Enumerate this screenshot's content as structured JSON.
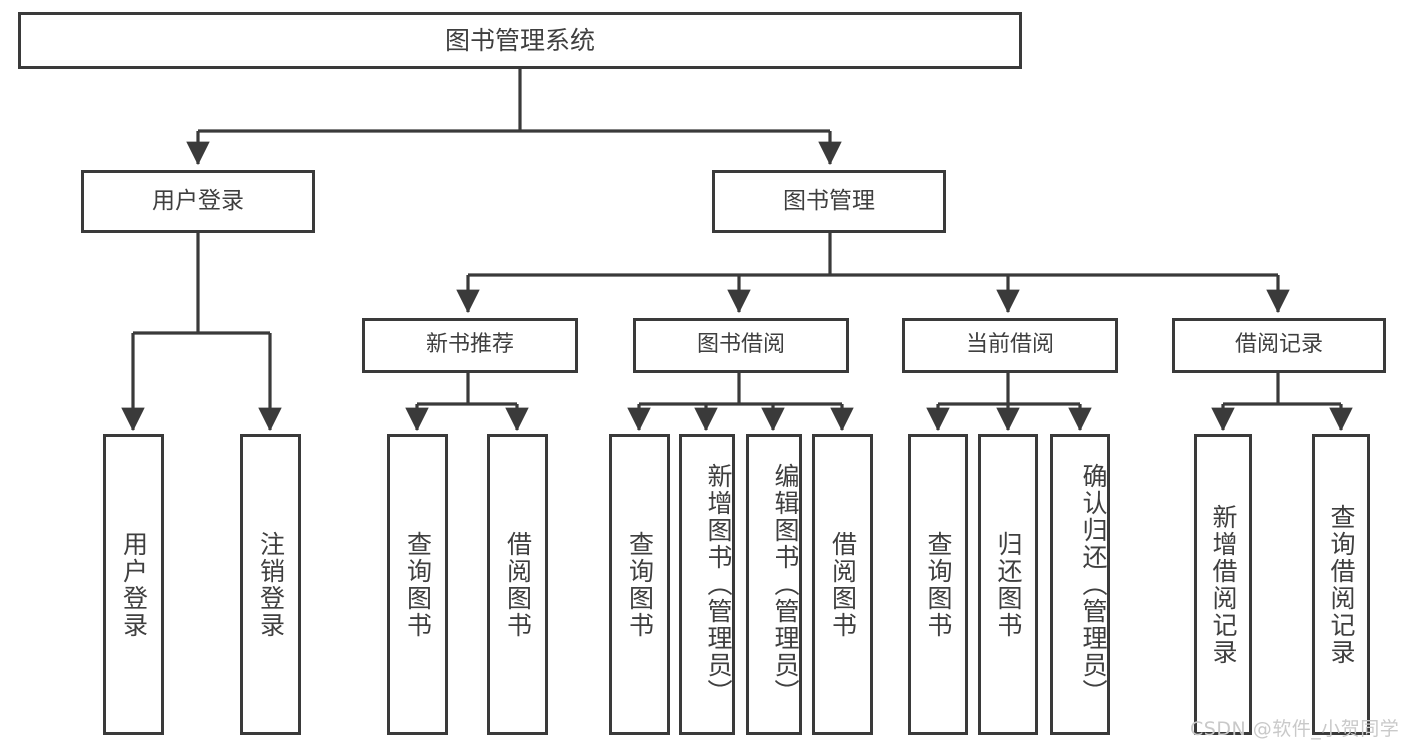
{
  "diagram": {
    "title": "图书管理系统",
    "type": "功能结构图",
    "stroke_color": "#3a3a3a",
    "text_color": "#3f3f3f",
    "background_color": "#ffffff"
  },
  "nodes": {
    "root": {
      "label": "图书管理系统"
    },
    "level1": [
      {
        "id": "user-login",
        "label": "用户登录"
      },
      {
        "id": "book-manage",
        "label": "图书管理"
      }
    ],
    "level2": [
      {
        "id": "new-book-recommend",
        "label": "新书推荐"
      },
      {
        "id": "book-borrow",
        "label": "图书借阅"
      },
      {
        "id": "current-borrow",
        "label": "当前借阅"
      },
      {
        "id": "borrow-record",
        "label": "借阅记录"
      }
    ],
    "leaves": {
      "user_login": [
        {
          "id": "leaf-user-login",
          "label": "用户登录"
        },
        {
          "id": "leaf-logout",
          "label": "注销登录"
        }
      ],
      "new_book_recommend": [
        {
          "id": "leaf-query-book-1",
          "label": "查询图书"
        },
        {
          "id": "leaf-borrow-book-1",
          "label": "借阅图书"
        }
      ],
      "book_borrow": [
        {
          "id": "leaf-query-book-2",
          "label": "查询图书"
        },
        {
          "id": "leaf-add-book",
          "label": "新增图书（管理员）"
        },
        {
          "id": "leaf-edit-book",
          "label": "编辑图书（管理员）"
        },
        {
          "id": "leaf-borrow-book-2",
          "label": "借阅图书"
        }
      ],
      "current_borrow": [
        {
          "id": "leaf-query-book-3",
          "label": "查询图书"
        },
        {
          "id": "leaf-return-book",
          "label": "归还图书"
        },
        {
          "id": "leaf-confirm-return",
          "label": "确认归还（管理员）"
        }
      ],
      "borrow_record": [
        {
          "id": "leaf-add-record",
          "label": "新增借阅记录"
        },
        {
          "id": "leaf-query-record",
          "label": "查询借阅记录"
        }
      ]
    }
  },
  "watermark": {
    "text": "CSDN @软件_小贺同学"
  }
}
